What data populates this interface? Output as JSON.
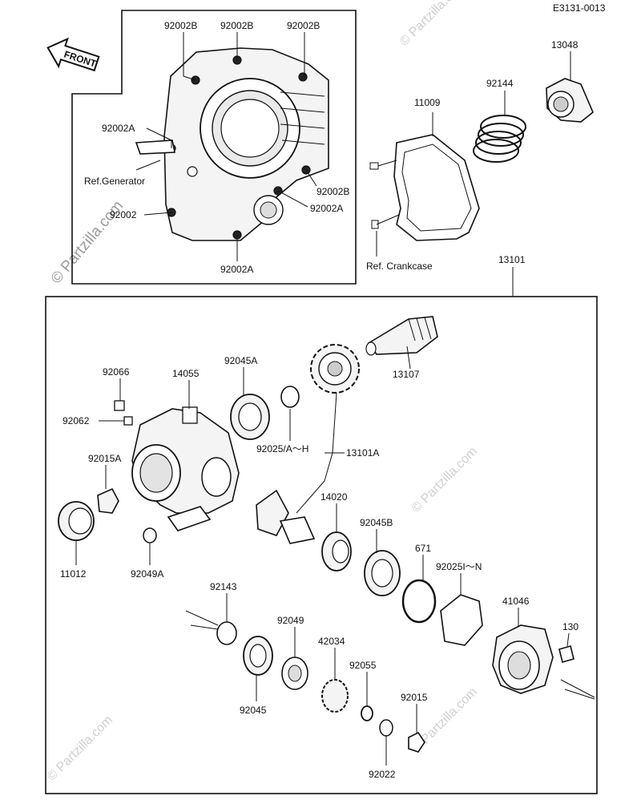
{
  "diagram_code": "E3131-0013",
  "front_label": "FRONT",
  "watermark": "© Partzilla.com",
  "upper_box": {
    "labels": [
      "92002B",
      "92002B",
      "92002B",
      "92002A",
      "Ref.Generator",
      "92002",
      "92002B",
      "92002A",
      "92002A"
    ]
  },
  "gasket_group": {
    "labels": [
      "11009",
      "92144",
      "13048",
      "Ref. Crankcase"
    ]
  },
  "assembly_label": "13101",
  "lower_box": {
    "labels": [
      "92066",
      "14055",
      "92045A",
      "13107",
      "92062",
      "92025/A～H",
      "13101A",
      "92015A",
      "14020",
      "92045B",
      "11012",
      "92049A",
      "671",
      "92025I～N",
      "92143",
      "92049",
      "41046",
      "130",
      "42034",
      "92055",
      "92045",
      "92015",
      "92022"
    ]
  }
}
